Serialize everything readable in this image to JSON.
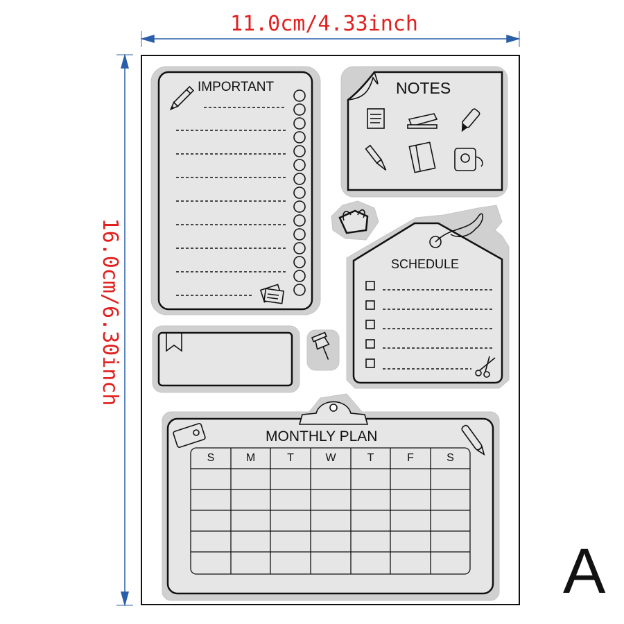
{
  "dimensions": {
    "width_label": "11.0cm/4.33inch",
    "height_label": "16.0cm/6.30inch"
  },
  "stamps": {
    "important": {
      "title": "IMPORTANT"
    },
    "notes": {
      "title": "NOTES"
    },
    "schedule": {
      "title": "SCHEDULE",
      "checkbox_count": 5
    },
    "monthly_plan": {
      "title": "MONTHLY PLAN",
      "weekdays": [
        "S",
        "M",
        "T",
        "W",
        "T",
        "F",
        "S"
      ]
    }
  },
  "variant_label": "A",
  "colors": {
    "dimension_text": "#e0201e",
    "arrow": "#2a5ea8",
    "stamp_fill": "#e6e6e6",
    "clear_backing": "#d0d0d0",
    "ink": "#111111"
  }
}
